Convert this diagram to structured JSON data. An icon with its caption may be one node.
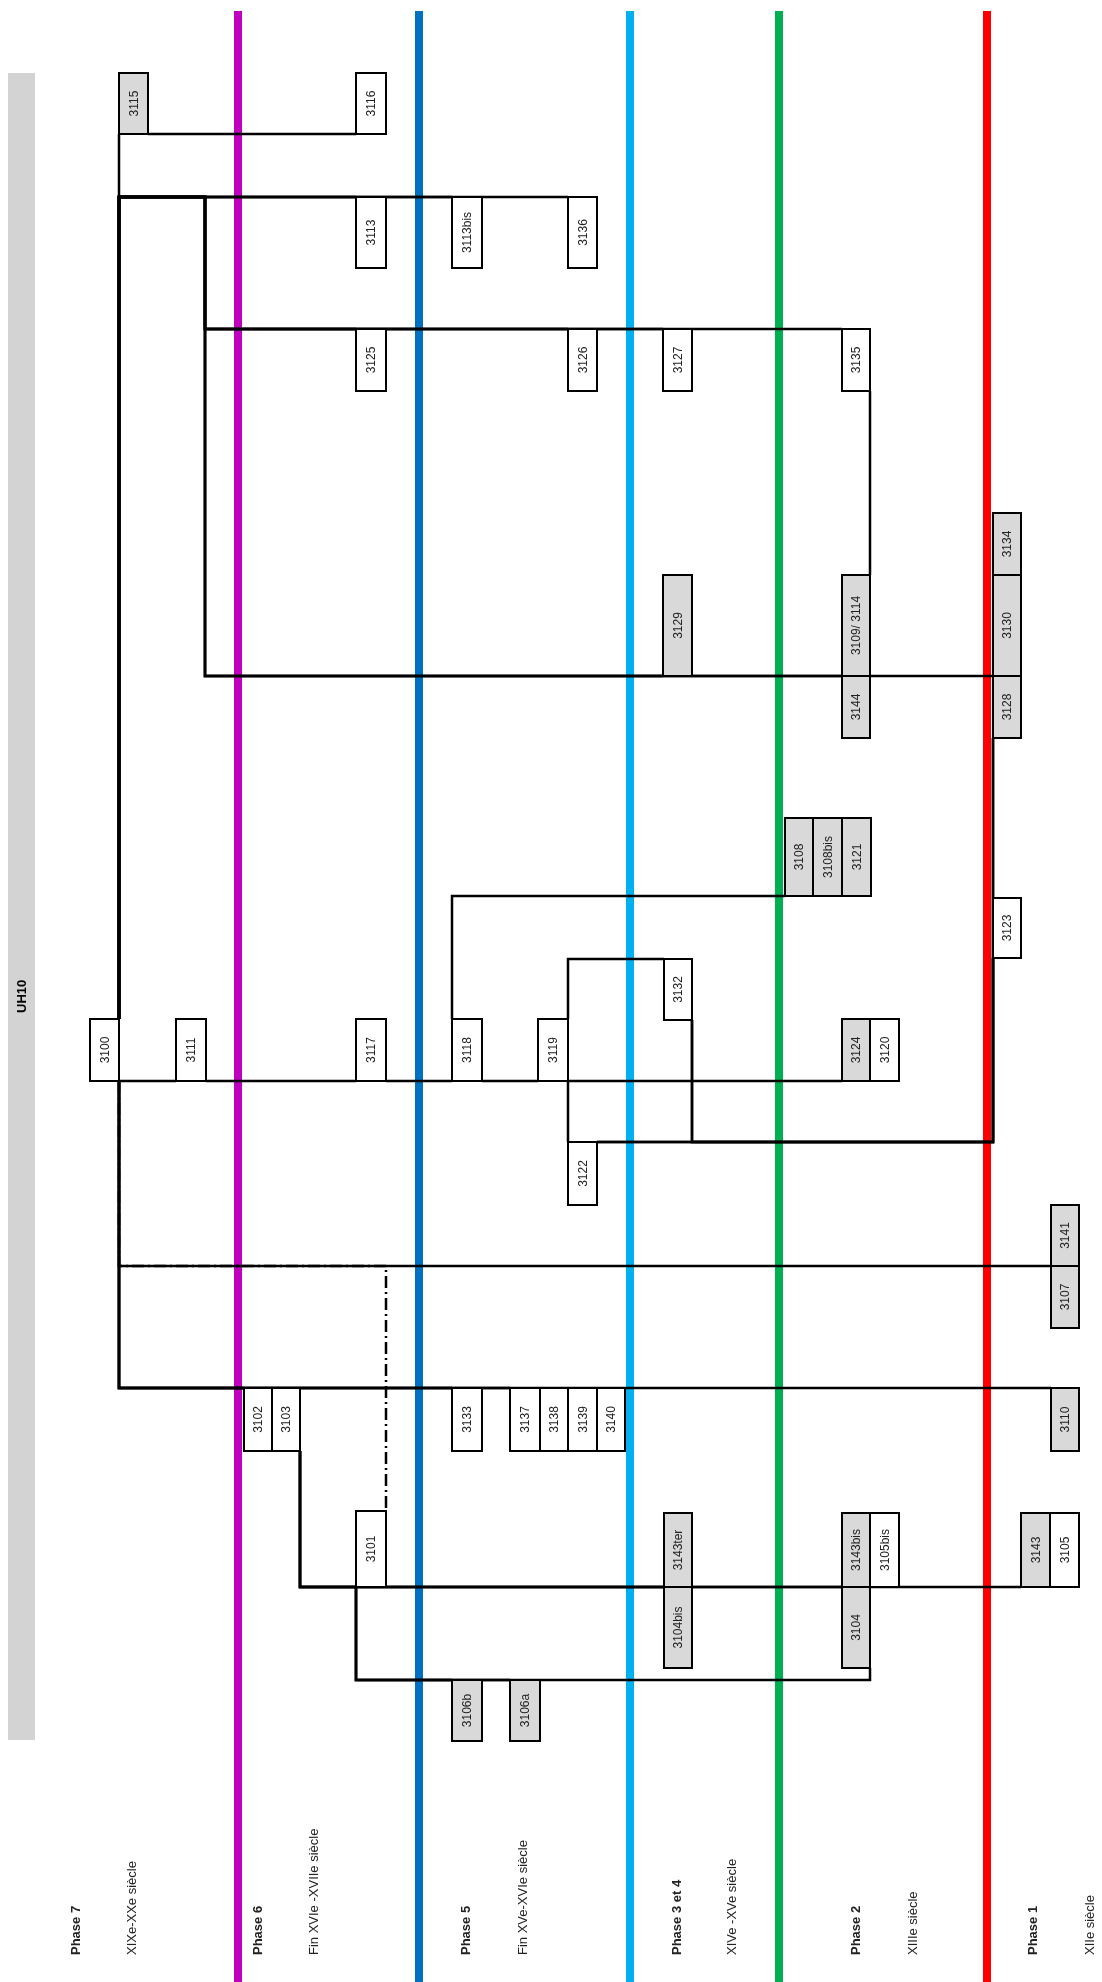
{
  "diagram": {
    "title": "UH10",
    "nodes": [
      {
        "text": [
          "3100"
        ]
      },
      {
        "text": [
          "3115"
        ]
      },
      {
        "text": [
          "3111"
        ]
      },
      {
        "text": [
          "3102"
        ]
      },
      {
        "text": [
          "3103"
        ]
      },
      {
        "text": [
          "3101"
        ]
      },
      {
        "text": [
          "3117"
        ]
      },
      {
        "text": [
          "3125"
        ]
      },
      {
        "text": [
          "3113"
        ]
      },
      {
        "text": [
          "3116"
        ]
      },
      {
        "text": [
          "3106b"
        ]
      },
      {
        "text": [
          "3133"
        ]
      },
      {
        "text": [
          "3118"
        ]
      },
      {
        "text": [
          "3113bis"
        ]
      },
      {
        "text": [
          "3106a"
        ]
      },
      {
        "text": [
          "3137"
        ]
      },
      {
        "text": [
          "3119"
        ]
      },
      {
        "text": [
          "3138"
        ]
      },
      {
        "text": [
          "3139"
        ]
      },
      {
        "text": [
          "3122"
        ]
      },
      {
        "text": [
          "3126"
        ]
      },
      {
        "text": [
          "3136"
        ]
      },
      {
        "text": [
          "3140"
        ]
      },
      {
        "text": [
          "3104bis"
        ]
      },
      {
        "text": [
          "3143ter"
        ]
      },
      {
        "text": [
          "3132"
        ]
      },
      {
        "text": [
          "3129"
        ]
      },
      {
        "text": [
          "3127"
        ]
      },
      {
        "text": [
          "3108"
        ]
      },
      {
        "text": [
          "3108bis"
        ]
      },
      {
        "text": [
          "3104"
        ]
      },
      {
        "text": [
          "3143bis"
        ]
      },
      {
        "text": [
          "3124"
        ]
      },
      {
        "text": [
          "3121"
        ]
      },
      {
        "text": [
          "3144"
        ]
      },
      {
        "text": [
          "3109/ 3114"
        ]
      },
      {
        "text": [
          "3135"
        ]
      },
      {
        "text": [
          "3105bis"
        ]
      },
      {
        "text": [
          "3120"
        ]
      },
      {
        "text": [
          "3123"
        ]
      },
      {
        "text": [
          "3128"
        ]
      },
      {
        "text": [
          "3130"
        ]
      },
      {
        "text": [
          "3134"
        ]
      },
      {
        "text": [
          "3143"
        ]
      },
      {
        "text": [
          "3105"
        ]
      },
      {
        "text": [
          "3107"
        ]
      },
      {
        "text": [
          "3141"
        ]
      },
      {
        "text": [
          "3110"
        ]
      }
    ],
    "edges": [
      {
        "from": 0,
        "to": 1,
        "arrow": "none"
      },
      {
        "from": 1,
        "to": 9,
        "arrow": "none"
      },
      {
        "from": 0,
        "to": 8,
        "arrow": "none"
      },
      {
        "from": 0,
        "to": 13,
        "arrow": "none"
      },
      {
        "from": 0,
        "to": 21,
        "arrow": "none"
      },
      {
        "from": 0,
        "to": 7,
        "arrow": "none"
      },
      {
        "from": 0,
        "to": 20,
        "arrow": "none"
      },
      {
        "from": 0,
        "to": 27,
        "arrow": "none"
      },
      {
        "from": 0,
        "to": 36,
        "arrow": "none"
      },
      {
        "from": 36,
        "to": 35,
        "arrow": "none"
      },
      {
        "from": 0,
        "to": 26,
        "arrow": "none"
      },
      {
        "from": 0,
        "to": 35,
        "arrow": "none"
      },
      {
        "from": 0,
        "to": 41,
        "arrow": "none"
      },
      {
        "from": 0,
        "to": 2,
        "arrow": "none"
      },
      {
        "from": 2,
        "to": 6,
        "arrow": "none"
      },
      {
        "from": 6,
        "to": 12,
        "arrow": "none"
      },
      {
        "from": 12,
        "to": 16,
        "arrow": "none"
      },
      {
        "from": 16,
        "to": 32,
        "arrow": "none"
      },
      {
        "from": 12,
        "to": 28,
        "arrow": "none"
      },
      {
        "from": 16,
        "to": 19,
        "arrow": "none"
      },
      {
        "from": 16,
        "to": 25,
        "arrow": "none"
      },
      {
        "from": 19,
        "to": 39,
        "arrow": "none"
      },
      {
        "from": 19,
        "to": 40,
        "arrow": "none"
      },
      {
        "from": 25,
        "to": 39,
        "arrow": "none"
      },
      {
        "from": 25,
        "to": 40,
        "arrow": "none"
      },
      {
        "from": 0,
        "to": 3,
        "arrow": "none"
      },
      {
        "from": 0,
        "to": 11,
        "arrow": "none"
      },
      {
        "from": 0,
        "to": 15,
        "arrow": "none"
      },
      {
        "from": 0,
        "to": 47,
        "arrow": "none"
      },
      {
        "from": 0,
        "to": 46,
        "arrow": "none"
      },
      {
        "from": 0,
        "to": 5,
        "arrow": "none",
        "style": "dashed"
      },
      {
        "from": 4,
        "to": 5,
        "arrow": "none"
      },
      {
        "from": 4,
        "to": 24,
        "arrow": "none"
      },
      {
        "from": 4,
        "to": 31,
        "arrow": "none"
      },
      {
        "from": 4,
        "to": 43,
        "arrow": "none"
      },
      {
        "from": 5,
        "to": 10,
        "arrow": "none"
      },
      {
        "from": 5,
        "to": 14,
        "arrow": "none"
      },
      {
        "from": 5,
        "to": 30,
        "arrow": "none"
      }
    ],
    "labels": [
      "Phase 7",
      "XIXe-XXe siècle",
      "Phase 6",
      "Fin XVIe -XVIIe siècle",
      "Phase 5",
      "Fin XVe-XVIe siècle",
      "Phase 3 et 4",
      "XIVe -XVe siècle",
      "Phase 2",
      "XIIIe siècle",
      "Phase 1",
      "XIIe siècle"
    ]
  }
}
